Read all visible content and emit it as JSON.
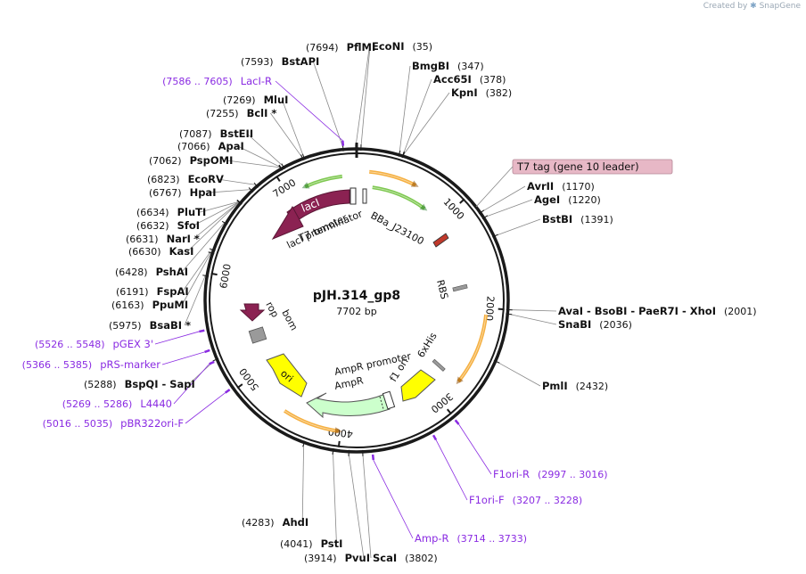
{
  "credit": {
    "prefix": "Created by",
    "brand": "SnapGene"
  },
  "plasmid": {
    "name": "pJH.314_gp8",
    "length": "7702 bp",
    "total_bp": 7702
  },
  "ticks": [
    {
      "label": "1000",
      "pos": 1000
    },
    {
      "label": "2000",
      "pos": 2000
    },
    {
      "label": "3000",
      "pos": 3000
    },
    {
      "label": "4000",
      "pos": 4000
    },
    {
      "label": "5000",
      "pos": 5000
    },
    {
      "label": "6000",
      "pos": 6000
    },
    {
      "label": "7000",
      "pos": 7000
    }
  ],
  "sites": [
    {
      "pos": 35,
      "names": [
        "EcoNI"
      ],
      "num": "(35)"
    },
    {
      "pos": 347,
      "names": [
        "BmgBI"
      ],
      "num": "(347)"
    },
    {
      "pos": 378,
      "names": [
        "Acc65I"
      ],
      "num": "(378)"
    },
    {
      "pos": 382,
      "names": [
        "KpnI"
      ],
      "num": "(382)"
    },
    {
      "pos": 1170,
      "names": [
        "AvrII"
      ],
      "num": "(1170)"
    },
    {
      "pos": 1220,
      "names": [
        "AgeI"
      ],
      "num": "(1220)"
    },
    {
      "pos": 1391,
      "names": [
        "BstBI"
      ],
      "num": "(1391)"
    },
    {
      "pos": 2001,
      "names": [
        "AvaI",
        "BsoBI",
        "PaeR7I",
        "XhoI"
      ],
      "num": "(2001)"
    },
    {
      "pos": 2036,
      "names": [
        "SnaBI"
      ],
      "num": "(2036)"
    },
    {
      "pos": 2432,
      "names": [
        "PmlI"
      ],
      "num": "(2432)"
    },
    {
      "pos": 3802,
      "names": [
        "ScaI"
      ],
      "num": "(3802)"
    },
    {
      "pos": 3914,
      "names": [
        "PvuI"
      ],
      "num": "(3914)"
    },
    {
      "pos": 4041,
      "names": [
        "PstI"
      ],
      "num": "(4041)"
    },
    {
      "pos": 4283,
      "names": [
        "AhdI"
      ],
      "num": "(4283)"
    },
    {
      "pos": 5288,
      "names": [
        "BspQI",
        "SapI"
      ],
      "num": "(5288)"
    },
    {
      "pos": 5975,
      "names": [
        "BsaBI *"
      ],
      "num": "(5975)"
    },
    {
      "pos": 6163,
      "names": [
        "PpuMI"
      ],
      "num": "(6163)"
    },
    {
      "pos": 6191,
      "names": [
        "FspAI"
      ],
      "num": "(6191)"
    },
    {
      "pos": 6428,
      "names": [
        "PshAI"
      ],
      "num": "(6428)"
    },
    {
      "pos": 6630,
      "names": [
        "KasI"
      ],
      "num": "(6630)"
    },
    {
      "pos": 6631,
      "names": [
        "NarI *"
      ],
      "num": "(6631)"
    },
    {
      "pos": 6632,
      "names": [
        "SfoI"
      ],
      "num": "(6632)"
    },
    {
      "pos": 6634,
      "names": [
        "PluTI"
      ],
      "num": "(6634)"
    },
    {
      "pos": 6767,
      "names": [
        "HpaI"
      ],
      "num": "(6767)"
    },
    {
      "pos": 6823,
      "names": [
        "EcoRV"
      ],
      "num": "(6823)"
    },
    {
      "pos": 7062,
      "names": [
        "PspOMI"
      ],
      "num": "(7062)"
    },
    {
      "pos": 7066,
      "names": [
        "ApaI"
      ],
      "num": "(7066)"
    },
    {
      "pos": 7087,
      "names": [
        "BstEII"
      ],
      "num": "(7087)"
    },
    {
      "pos": 7255,
      "names": [
        "BclI *"
      ],
      "num": "(7255)"
    },
    {
      "pos": 7269,
      "names": [
        "MluI"
      ],
      "num": "(7269)"
    },
    {
      "pos": 7593,
      "names": [
        "BstAPI"
      ],
      "num": "(7593)"
    },
    {
      "pos": 7694,
      "names": [
        "PflMI"
      ],
      "num": "(7694)"
    }
  ],
  "primers": [
    {
      "name": "LacI-R",
      "range": "(7586 .. 7605)",
      "pos": 7595
    },
    {
      "name": "F1ori-R",
      "range": "(2997 .. 3016)",
      "pos": 3006
    },
    {
      "name": "F1ori-F",
      "range": "(3207 .. 3228)",
      "pos": 3217
    },
    {
      "name": "Amp-R",
      "range": "(3714 .. 3733)",
      "pos": 3723
    },
    {
      "name": "pBR322ori-F",
      "range": "(5016 .. 5035)",
      "pos": 5025
    },
    {
      "name": "L4440",
      "range": "(5269 .. 5286)",
      "pos": 5277
    },
    {
      "name": "pRS-marker",
      "range": "(5366 .. 5385)",
      "pos": 5375
    },
    {
      "name": "pGEX 3'",
      "range": "(5526 .. 5548)",
      "pos": 5537
    }
  ],
  "features": {
    "t7_tag": "T7 tag (gene 10 leader)",
    "laci": "lacI",
    "laci_promoter": "lacI promoter",
    "t7_terminator": "T7 terminator",
    "bba": "BBa_J23100",
    "rbs": "RBS",
    "rop": "rop",
    "bom": "bom",
    "ori": "ori",
    "ampr_promoter": "AmpR promoter",
    "ampr": "AmpR",
    "f1_ori": "f1 ori",
    "his": "6xHis"
  },
  "colors": {
    "backbone": "#1a1a1a",
    "primer": "#8a2be2",
    "laci": "#8b2252",
    "ori": "#ffff00",
    "ampr": "#ccffcc",
    "orf_orange": "#f5b041",
    "orf_green": "#7ec850",
    "t7tag_bg": "#e7b8c6",
    "grey_feature": "#9a9a9a"
  }
}
